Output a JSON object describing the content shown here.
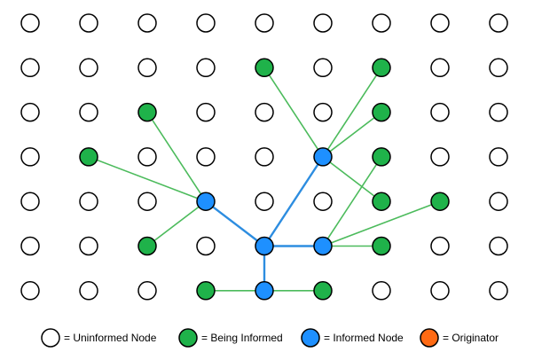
{
  "grid": {
    "cols": 9,
    "rows": 7
  },
  "colors": {
    "uninformed": "#ffffff",
    "being_informed": "#1fb24a",
    "informed": "#1e90ff",
    "originator": "#ff6a13",
    "edge_being_informed": "#4cbb5c",
    "edge_informed": "#2d8de0",
    "outline": "#000000"
  },
  "nodes": {
    "being_informed": [
      [
        4,
        1
      ],
      [
        6,
        1
      ],
      [
        2,
        2
      ],
      [
        6,
        2
      ],
      [
        1,
        3
      ],
      [
        6,
        3
      ],
      [
        6,
        4
      ],
      [
        7,
        4
      ],
      [
        2,
        5
      ],
      [
        6,
        5
      ],
      [
        3,
        6
      ],
      [
        5,
        6
      ]
    ],
    "informed": [
      [
        5,
        3
      ],
      [
        3,
        4
      ],
      [
        4,
        5
      ],
      [
        5,
        5
      ],
      [
        4,
        6
      ]
    ]
  },
  "edges": {
    "informed": [
      [
        [
          5,
          3
        ],
        [
          4,
          5
        ]
      ],
      [
        [
          3,
          4
        ],
        [
          4,
          5
        ]
      ],
      [
        [
          4,
          5
        ],
        [
          5,
          5
        ]
      ],
      [
        [
          4,
          5
        ],
        [
          4,
          6
        ]
      ]
    ],
    "being_informed": [
      [
        [
          5,
          3
        ],
        [
          4,
          1
        ]
      ],
      [
        [
          5,
          3
        ],
        [
          6,
          1
        ]
      ],
      [
        [
          5,
          3
        ],
        [
          6,
          2
        ]
      ],
      [
        [
          5,
          3
        ],
        [
          6,
          4
        ]
      ],
      [
        [
          3,
          4
        ],
        [
          2,
          2
        ]
      ],
      [
        [
          3,
          4
        ],
        [
          1,
          3
        ]
      ],
      [
        [
          3,
          4
        ],
        [
          2,
          5
        ]
      ],
      [
        [
          5,
          5
        ],
        [
          6,
          3
        ]
      ],
      [
        [
          5,
          5
        ],
        [
          7,
          4
        ]
      ],
      [
        [
          5,
          5
        ],
        [
          6,
          5
        ]
      ],
      [
        [
          4,
          6
        ],
        [
          3,
          6
        ]
      ],
      [
        [
          4,
          6
        ],
        [
          5,
          6
        ]
      ]
    ]
  },
  "legend": [
    {
      "kind": "uninformed",
      "label": "= Uninformed Node"
    },
    {
      "kind": "being_informed",
      "label": "= Being Informed"
    },
    {
      "kind": "informed",
      "label": "= Informed Node"
    },
    {
      "kind": "originator",
      "label": "= Originator"
    }
  ]
}
